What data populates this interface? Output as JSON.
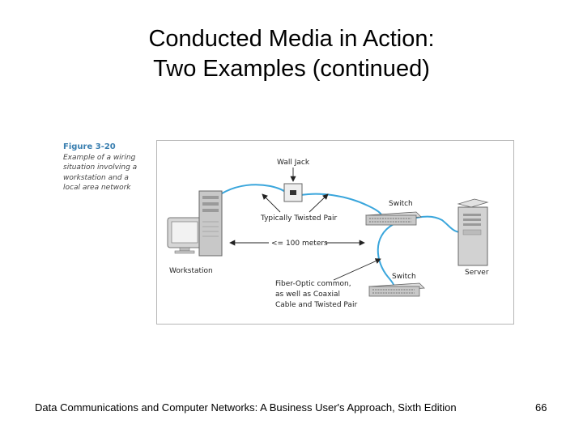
{
  "slide": {
    "title_line1": "Conducted Media in Action:",
    "title_line2": "Two Examples (continued)"
  },
  "figure": {
    "number": "Figure 3-20",
    "caption_line1": "Example of a wiring",
    "caption_line2": "situation involving a",
    "caption_line3": "workstation and a",
    "caption_line4": "local area network",
    "labels": {
      "wall_jack": "Wall Jack",
      "switch_top": "Switch",
      "twisted_pair": "Typically Twisted Pair",
      "distance": "<= 100 meters",
      "workstation": "Workstation",
      "server": "Server",
      "switch_bottom": "Switch",
      "fiber_line1": "Fiber-Optic common,",
      "fiber_line2": "as well as Coaxial",
      "fiber_line3": "Cable and Twisted Pair"
    },
    "colors": {
      "cable": "#3aa6dc",
      "caption_heading": "#3a7fb0",
      "device_gray": "#c8c8c8"
    }
  },
  "footer": {
    "course": "Data Communications and Computer Networks: A Business User's Approach, Sixth Edition",
    "page_number": "66"
  }
}
